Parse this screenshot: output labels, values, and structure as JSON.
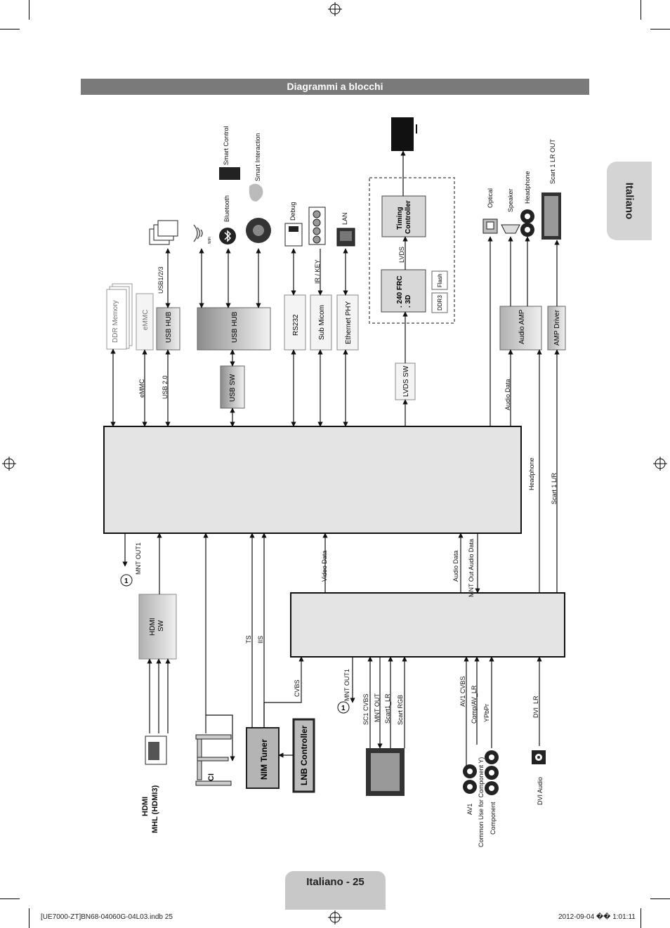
{
  "header": {
    "title": "Diagrammi a blocchi"
  },
  "side_tab": {
    "label": "Italiano"
  },
  "page_tab": {
    "label": "Italiano - 25"
  },
  "footer": {
    "left": "[UE7000-ZT]BN68-04060G-04L03.indb   25",
    "right": "2012-09-04   �� 1:01:11"
  },
  "blocks": {
    "ddr_memory": "DDR Memory",
    "emmc_chip": "eMMC",
    "usb_hub_1": "USB HUB",
    "usb_hub_2": "USB HUB",
    "usb_sw": "USB SW",
    "rs232": "RS232",
    "sub_micom": "Sub Micom",
    "ethernet_phy": "Ethernet PHY",
    "frc": ". 240 FRC\n. 3D",
    "flash": "Flash",
    "ddr3": "DDR3",
    "timing_controller": "Timing\nController",
    "lvds_sw": "LVDS SW",
    "audio_amp": "Audio AMP",
    "amp_driver": "AMP Driver",
    "hdmi_sw": "HDMI\nSW",
    "nim_tuner": "NIM Tuner",
    "lnb_controller": "LNB Controller"
  },
  "labels": {
    "emmc_bus": "eMMC",
    "usb20": "USB 2.0",
    "usb123": "USB1/2/3",
    "wifi": "WiFi",
    "bluetooth": "Bluetooth",
    "smart_control": "Smart Control",
    "smart_interaction": "Smart Interaction",
    "debug": "Debug",
    "ir_key": "IR / KEY",
    "lan": "LAN",
    "lvds": "LVDS",
    "optical": "Optical",
    "speaker": "Speaker",
    "headphone_out": "Headphone",
    "scart1_lr_out": "Scart 1 LR OUT",
    "audio_data_amp": "Audio Data",
    "headphone_bus": "Headphone",
    "scart1_lr_bus": "Scart 1 L/R",
    "mnt_out1_top": "MNT OUT1",
    "video_data": "Video Data",
    "audio_data": "Audio Data",
    "mnt_out_audio_data": "MNT Out Audio Data",
    "ts": "TS",
    "iis": "IIS",
    "cvbs": "CVBS",
    "mnt_out1_bottom": "MNT OUT1",
    "sc1_cvbs": "SC1 CVBS",
    "mnt_out": "MNT OUT",
    "scart1_lr": "Scart1_LR",
    "scart_rgb": "Scart RGB",
    "av1_cvbs": "AV1 CVBS",
    "comp_av_lr": "Comp/AV_LR",
    "ypbpr": "YPbPr",
    "dvi_lr": "DVI_LR",
    "dvi_audio": "DVI Audio",
    "av1": "AV1",
    "common_use": "Common Use for Component Y)",
    "component": "Component",
    "hdmi": "HDMI",
    "mhl": "MHL (HDMI3)",
    "ci": "CI",
    "mark_top": "1",
    "mark_bottom": "1"
  }
}
